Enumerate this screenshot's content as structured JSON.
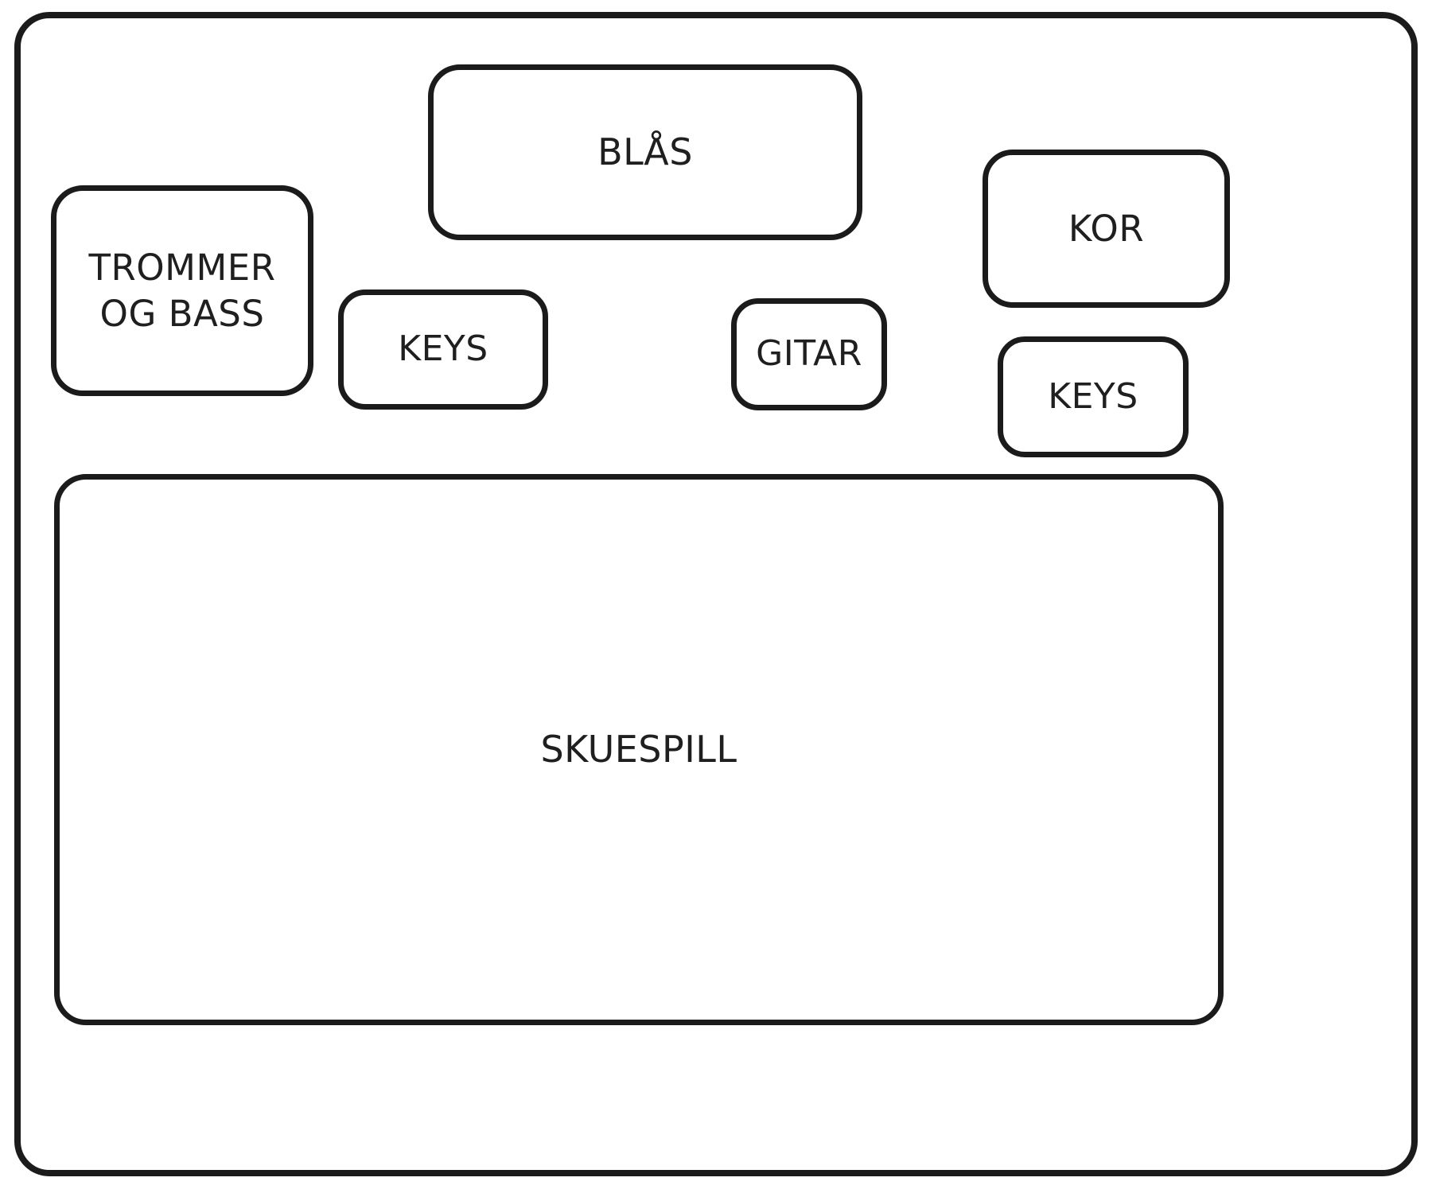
{
  "diagram": {
    "type": "stage-plot",
    "title": "",
    "language": "no",
    "colors": {
      "background": "#ffffff",
      "stroke": "#1b1b1b",
      "text": "#1f1f1f"
    },
    "stage": {
      "label": "",
      "outline_style": "rounded-rectangle"
    },
    "zones": [
      {
        "id": "trommer-og-bass",
        "label": "TROMMER\nOG BASS"
      },
      {
        "id": "blas",
        "label": "BLÅS"
      },
      {
        "id": "keys-left",
        "label": "KEYS"
      },
      {
        "id": "gitar",
        "label": "GITAR"
      },
      {
        "id": "kor",
        "label": "KOR"
      },
      {
        "id": "keys-right",
        "label": "KEYS"
      },
      {
        "id": "skuespill",
        "label": "SKUESPILL"
      }
    ]
  }
}
